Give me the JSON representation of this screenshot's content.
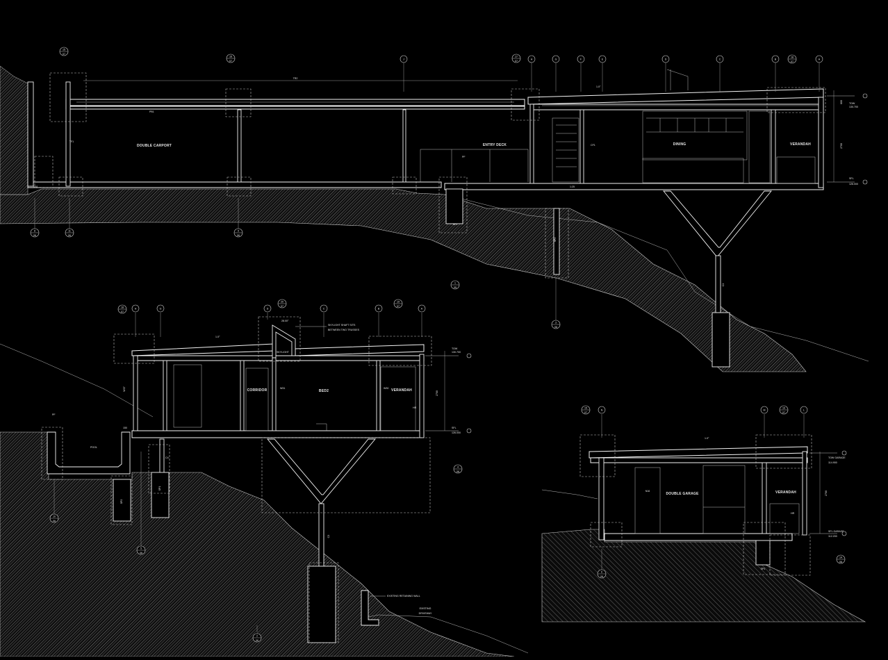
{
  "section_a": {
    "spaces": [
      "DOUBLE CARPORT",
      "ENTRY DECK",
      "DINING",
      "VERANDAH"
    ],
    "grid_ids": [
      "J",
      "H",
      "G",
      "F",
      "E",
      "D",
      "C",
      "B",
      "A"
    ],
    "detail_refs": [
      {
        "num": "15",
        "sheet": "07"
      },
      {
        "num": "16",
        "sheet": "07"
      },
      {
        "num": "17",
        "sheet": "07"
      },
      {
        "num": "18",
        "sheet": "07"
      }
    ],
    "bottom_refs": [
      {
        "num": "8",
        "sheet": "06"
      },
      {
        "num": "11",
        "sheet": "06"
      },
      {
        "num": "9",
        "sheet": "06"
      },
      {
        "num": "3",
        "sheet": "06"
      },
      {
        "num": "1",
        "sheet": "05"
      }
    ],
    "tags": [
      "TR2",
      "PF",
      "SP2",
      "SF1",
      "C3",
      "1.0°",
      "1:25",
      "EB1",
      "PB1",
      "CF1",
      "TF1"
    ],
    "levels": {
      "tow": "TOW",
      "tow_val": "130.700",
      "sfl": "SFL",
      "sfl_val": "126.000",
      "dim_roof": "600",
      "dim_wall": "2700"
    }
  },
  "section_b": {
    "spaces": [
      "POOL",
      "CORRIDOR",
      "BED2",
      "VERANDAH"
    ],
    "grid_ids": [
      "H",
      "G",
      "D",
      "C",
      "B",
      "A"
    ],
    "notes": [
      "SKYLIGHT SHAFT SITS",
      "BETWEEN TWO TRUSSES",
      "SKYLIGHT",
      "28.00°"
    ],
    "tags": [
      "PF",
      "SP2",
      "SP1",
      "C3",
      "C4",
      "1.0°",
      "150",
      "HR",
      "W37",
      "W31",
      "W30"
    ],
    "detail_refs": [
      {
        "num": "18",
        "sheet": "07"
      },
      {
        "num": "20",
        "sheet": "07"
      },
      {
        "num": "19",
        "sheet": "07"
      }
    ],
    "bottom_refs": [
      {
        "num": "10",
        "sheet": "06"
      },
      {
        "num": "5",
        "sheet": "06"
      },
      {
        "num": "4",
        "sheet": "06"
      },
      {
        "num": "2",
        "sheet": "06"
      }
    ],
    "site_notes": [
      "EXISTING RETAINING WALL",
      "EXISTING",
      "DRIVEWAY"
    ],
    "levels": {
      "tow": "TOW",
      "tow_val": "130.700",
      "sfl": "SFL",
      "sfl_val": "126.000",
      "dim_wall": "2700"
    }
  },
  "section_c": {
    "spaces": [
      "DOUBLE GARAGE",
      "VERANDAH"
    ],
    "grid_ids": [
      "N",
      "M",
      "L"
    ],
    "tags": [
      "1.0°",
      "2700",
      "HR",
      "SP1",
      "N16"
    ],
    "detail_refs": [
      {
        "num": "15",
        "sheet": "07"
      },
      {
        "num": "19",
        "sheet": "07"
      }
    ],
    "bottom_refs": [
      {
        "num": "6",
        "sheet": "06"
      },
      {
        "num": "14",
        "sheet": "06"
      }
    ],
    "levels": {
      "tow": "TOW GARAGE",
      "tow_val": "114.900",
      "sfl": "SFL GARAGE",
      "sfl_val": "112.200"
    }
  },
  "colors": {
    "background": "#000000",
    "linework": "#f0f0f0",
    "hatch": "#8c8c8c"
  }
}
